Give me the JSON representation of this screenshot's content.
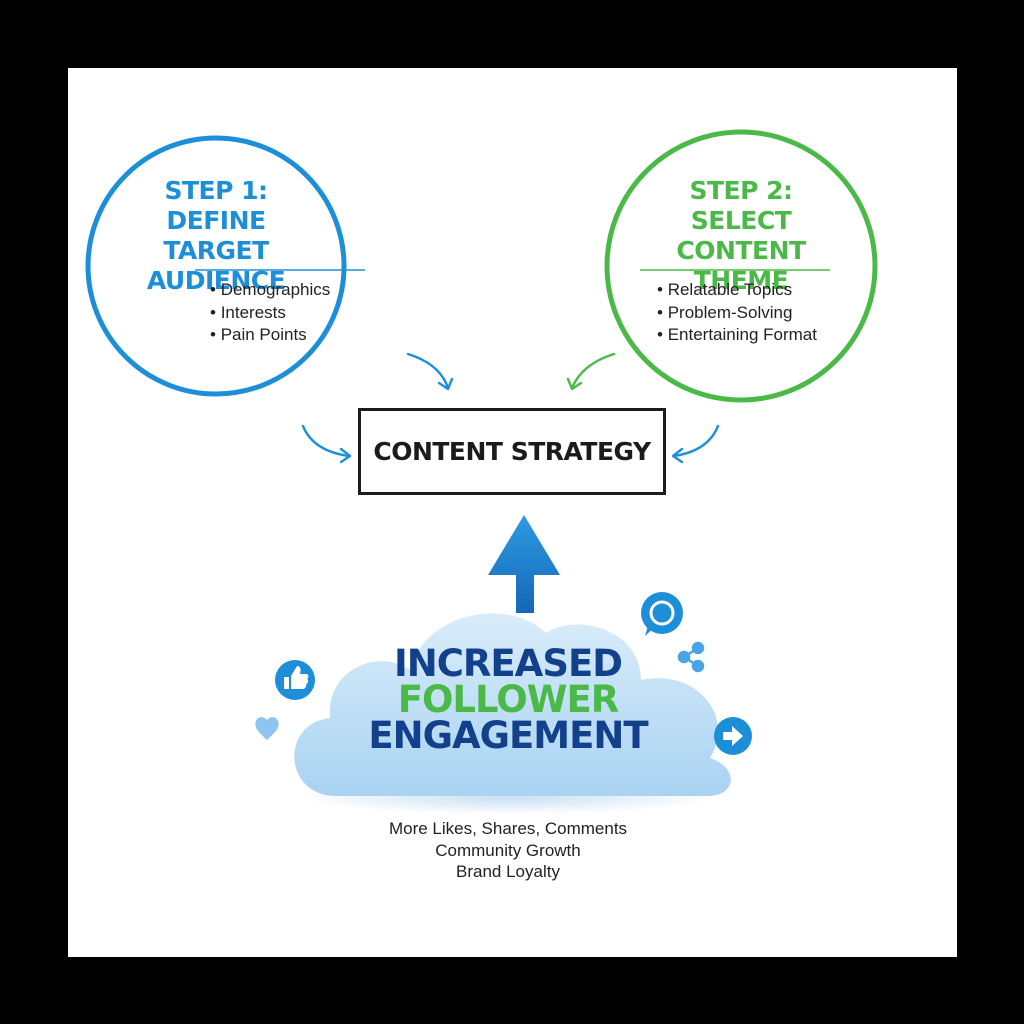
{
  "colors": {
    "blue": "#1d8fd8",
    "green": "#4bb947",
    "navy": "#12408a",
    "cloud": "#bcdcf3",
    "text": "#222222"
  },
  "step1": {
    "heading_lines": [
      "STEP 1:",
      "DEFINE",
      "TARGET AUDIENCE"
    ],
    "bullets": [
      "Demographics",
      "Interests",
      "Pain Points"
    ]
  },
  "step2": {
    "heading_lines": [
      "STEP 2:",
      "SELECT",
      "CONTENT THEME"
    ],
    "bullets": [
      "Relatable Topics",
      "Problem-Solving",
      "Entertaining Format"
    ]
  },
  "center": {
    "label": "CONTENT STRATEGY"
  },
  "outcome": {
    "lines": [
      {
        "text": "INCREASED",
        "color": "#12408a"
      },
      {
        "text": "FOLLOWER",
        "color": "#4bb947"
      },
      {
        "text": "ENGAGEMENT",
        "color": "#12408a"
      }
    ],
    "details": [
      "More Likes, Shares, Comments",
      "Community Growth",
      "Brand Loyalty"
    ]
  },
  "icons": [
    "thumbs-up-icon",
    "heart-icon",
    "chat-bubble-icon",
    "share-icon",
    "arrow-right-icon",
    "up-arrow-icon"
  ]
}
